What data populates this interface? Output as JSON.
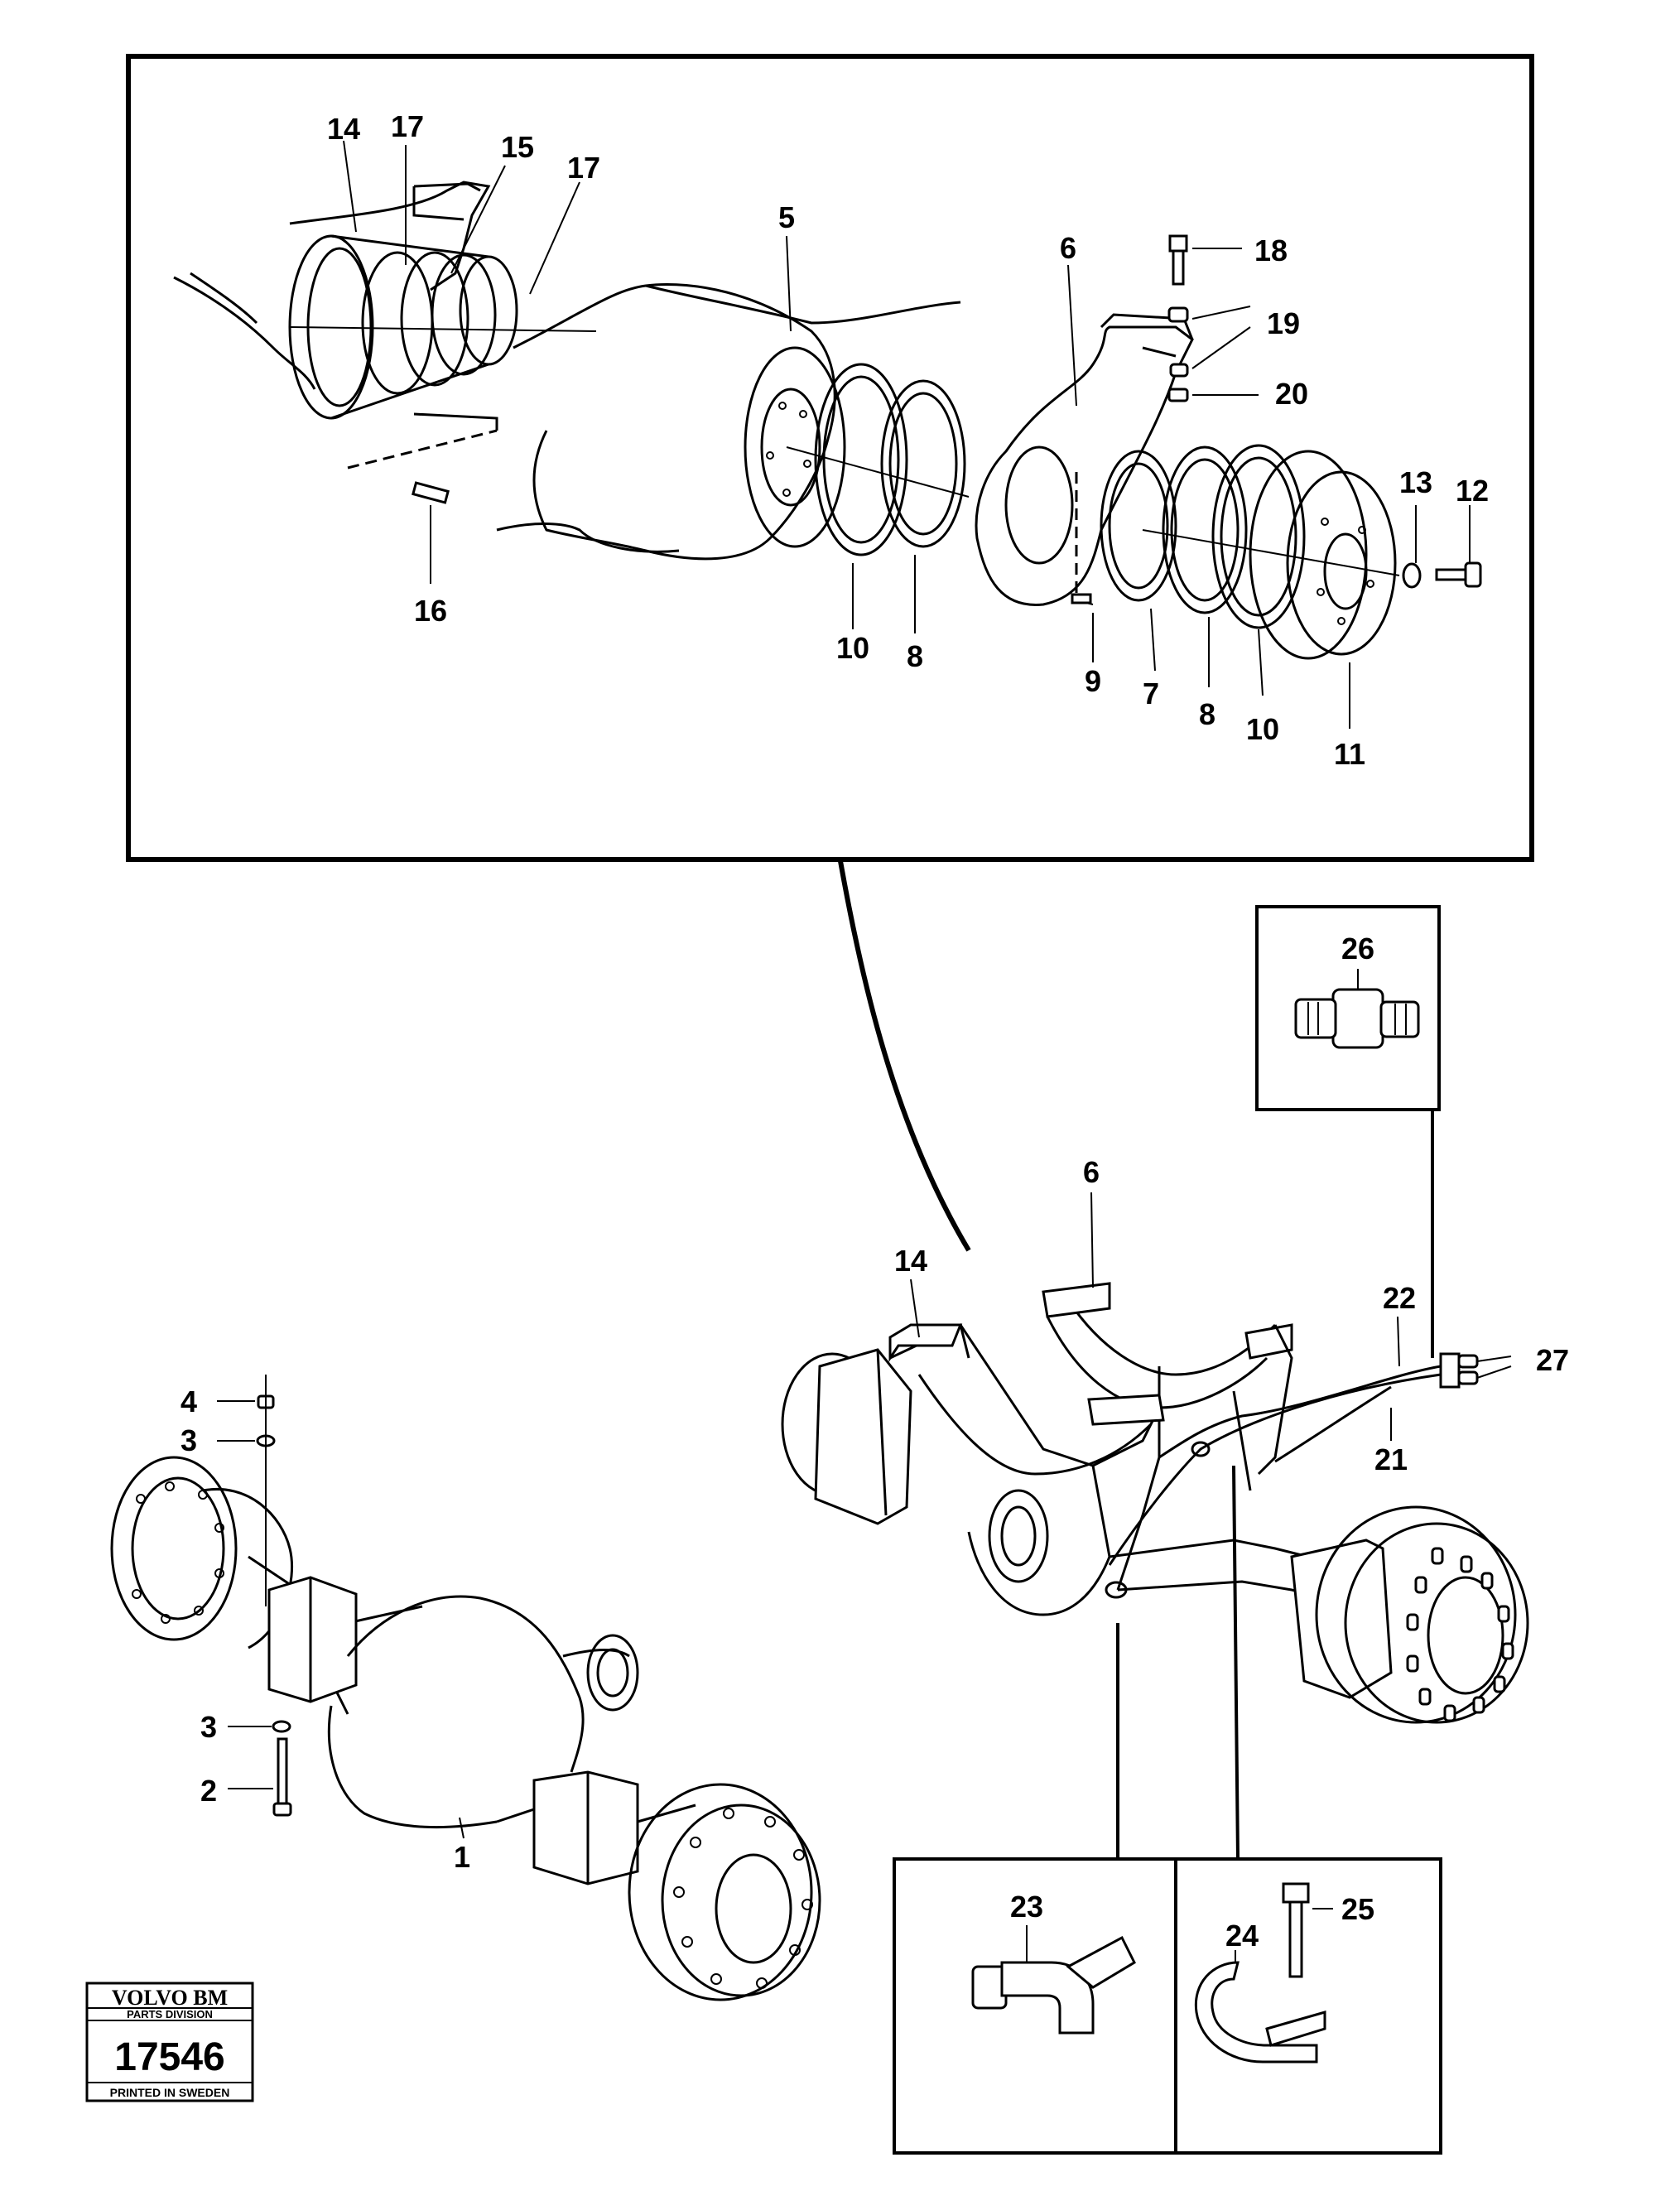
{
  "callouts": {
    "n1": "1",
    "n2": "2",
    "n3a": "3",
    "n3b": "3",
    "n4": "4",
    "n5": "5",
    "n6a": "6",
    "n6b": "6",
    "n7": "7",
    "n8a": "8",
    "n8b": "8",
    "n9": "9",
    "n10a": "10",
    "n10b": "10",
    "n11": "11",
    "n12": "12",
    "n13": "13",
    "n14a": "14",
    "n14b": "14",
    "n15": "15",
    "n16": "16",
    "n17a": "17",
    "n17b": "17",
    "n18": "18",
    "n19": "19",
    "n20": "20",
    "n21": "21",
    "n22": "22",
    "n23": "23",
    "n24": "24",
    "n25": "25",
    "n26": "26",
    "n27": "27"
  },
  "badge": {
    "brand": "VOLVO BM",
    "division": "PARTS DIVISION",
    "number": "17546",
    "footer": "PRINTED IN SWEDEN"
  }
}
